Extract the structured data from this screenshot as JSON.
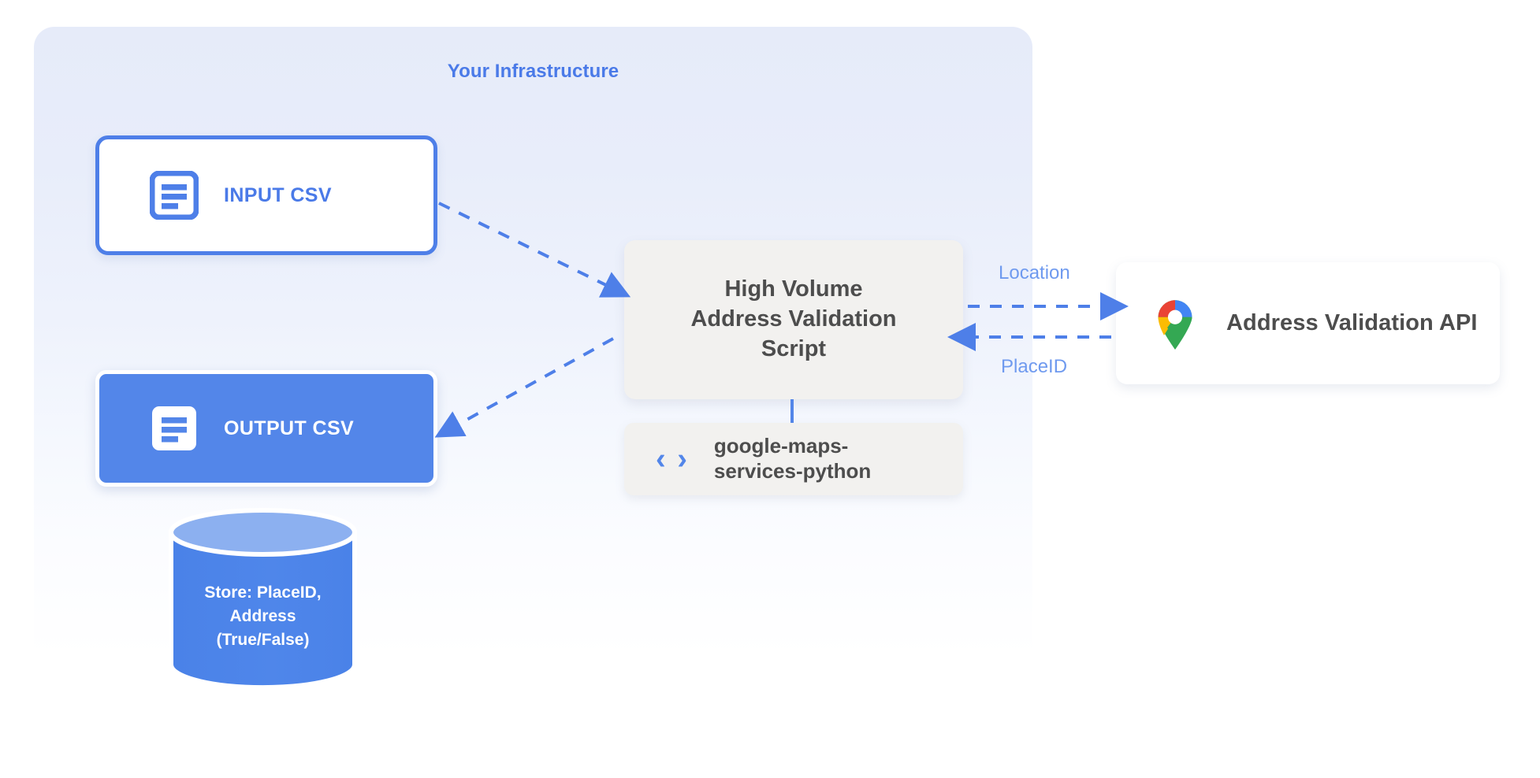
{
  "panel": {
    "title": "Your Infrastructure",
    "accent": "#4a7ae8"
  },
  "nodes": {
    "input_csv": {
      "label": "INPUT CSV",
      "icon": "document-icon",
      "border_color": "#4e7fe8",
      "fill": "#ffffff"
    },
    "output_csv": {
      "label": "OUTPUT CSV",
      "icon": "document-icon",
      "border_color": "#ffffff",
      "fill": "#5386e9"
    },
    "script": {
      "title": "High Volume\nAddress Validation\nScript",
      "fill": "#f2f1ef",
      "text_color": "#4d4d4d"
    },
    "library": {
      "name": "google-maps-\nservices-python",
      "icon": "code-icon",
      "icon_glyph": "‹ ›",
      "fill": "#f2f1ef"
    },
    "api": {
      "label": "Address Validation API",
      "icon": "google-maps-pin-icon",
      "fill": "#ffffff"
    },
    "database": {
      "text": "Store: PlaceID,\nAddress\n(True/False)",
      "body_color": "#4a82e8",
      "top_color": "#8cb0f0"
    }
  },
  "edges": [
    {
      "id": "input-to-script",
      "label": "",
      "style": "dashed",
      "direction": "right"
    },
    {
      "id": "script-to-output",
      "label": "",
      "style": "dashed",
      "direction": "left"
    },
    {
      "id": "script-to-api",
      "label": "Location",
      "style": "dashed",
      "direction": "right"
    },
    {
      "id": "api-to-script",
      "label": "PlaceID",
      "style": "dashed",
      "direction": "left"
    },
    {
      "id": "script-to-library",
      "label": "",
      "style": "solid",
      "direction": "none"
    }
  ],
  "edge_labels": {
    "location": "Location",
    "placeid": "PlaceID"
  },
  "colors": {
    "accent_blue": "#5386e9",
    "label_blue": "#6f9aef",
    "panel_top": "#e6ebf9",
    "dark_text": "#4d4d4d",
    "gmaps_blue": "#4285f4",
    "gmaps_red": "#ea4335",
    "gmaps_yellow": "#fbbc04",
    "gmaps_green": "#34a853"
  }
}
